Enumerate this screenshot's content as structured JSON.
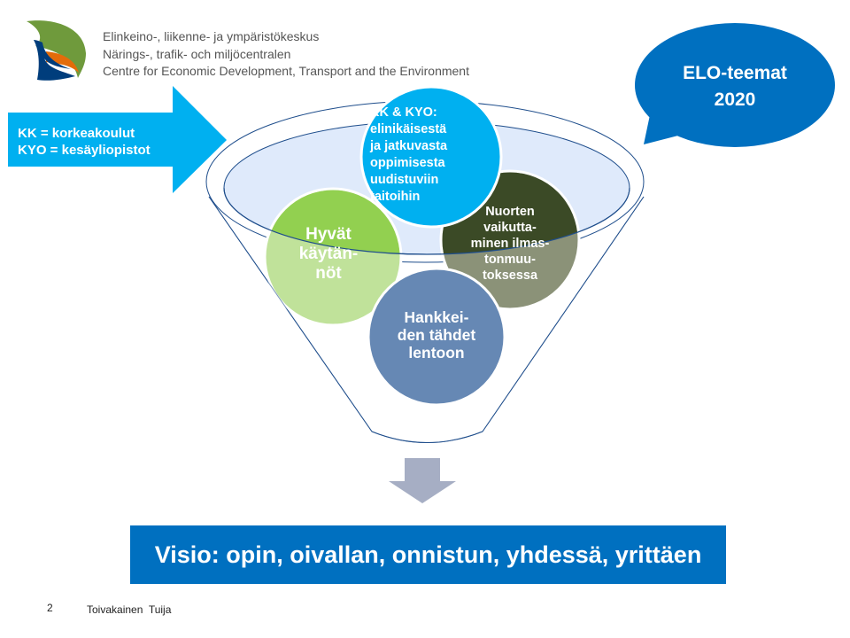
{
  "header": {
    "logo_name": "ELY-keskus logo",
    "lines": [
      "Elinkeino-, liikenne- ja ympäristökeskus",
      "Närings-, trafik- och miljöcentralen",
      "Centre for Economic Development, Transport and the Environment"
    ]
  },
  "legend_arrow": {
    "lines": [
      "KK = korkeakoulut",
      "KYO = kesäyliopistot"
    ]
  },
  "callout": {
    "lines": [
      "ELO-teemat",
      "2020"
    ]
  },
  "funnel": {
    "circles": [
      {
        "id": "kk-kyo",
        "lines": [
          "KK & KYO:",
          "elinikäisestä",
          "ja jatkuvasta",
          "oppimisesta",
          "uudistuviin",
          "taitoihin"
        ]
      },
      {
        "id": "hyvat",
        "lines": [
          "Hyvät",
          "käytän-",
          "nöt"
        ]
      },
      {
        "id": "nuorten",
        "lines": [
          "Nuorten",
          "vaikutta-",
          "minen ilmas-",
          "tonmuu-",
          "toksessa"
        ]
      },
      {
        "id": "hankkeiden",
        "lines": [
          "Hankkei-",
          "den tähdet",
          "lentoon"
        ]
      }
    ]
  },
  "vision": {
    "text": "Visio: opin, oivallan, onnistun, yhdessä, yrittäen"
  },
  "footer": {
    "page_number": "2",
    "author": "Toivakainen  Tuija"
  },
  "colors": {
    "cyan": "#00b0f0",
    "blue": "#0070c0",
    "green": "#92d050",
    "olive": "#3b4a26",
    "steel": "#6688b4",
    "arrow_gray": "#a6aec4"
  }
}
